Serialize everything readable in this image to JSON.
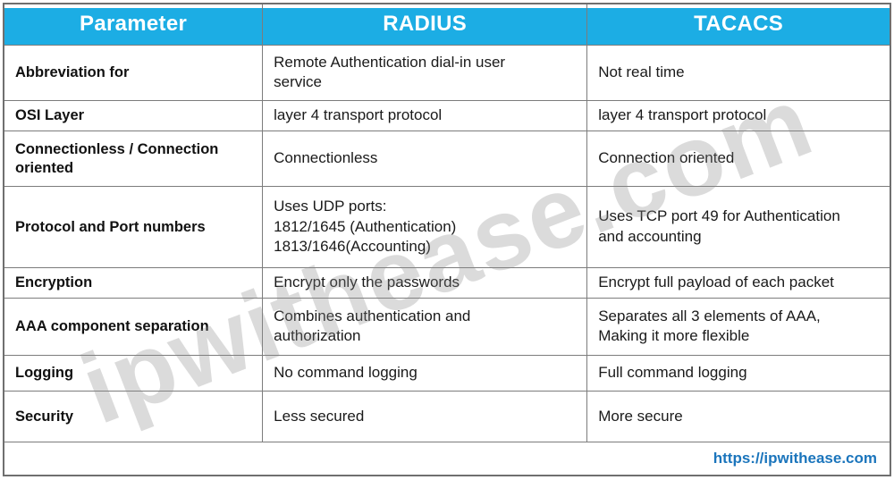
{
  "colors": {
    "header_bg": "#1CADE4",
    "header_text": "#ffffff",
    "grid_border": "#7c7c7c",
    "body_text": "#1a1a1a",
    "footer_link": "#1B75BC",
    "watermark": "#d4d4d4"
  },
  "watermark_text": "ipwithease.com",
  "footer": {
    "link_text": "https://ipwithease.com"
  },
  "table": {
    "columns": [
      "Parameter",
      "RADIUS",
      "TACACS"
    ],
    "rows": [
      {
        "parameter": "Abbreviation for",
        "radius": [
          "Remote Authentication dial-in user",
          "service"
        ],
        "tacacs": "Not real time"
      },
      {
        "parameter": "OSI Layer",
        "radius": "layer 4 transport protocol",
        "tacacs": "layer 4 transport protocol"
      },
      {
        "parameter": [
          "Connectionless / Connection",
          "oriented"
        ],
        "radius": "Connectionless",
        "tacacs": "Connection oriented"
      },
      {
        "parameter": "Protocol and Port numbers",
        "radius": [
          "Uses UDP ports:",
          "1812/1645 (Authentication)",
          "1813/1646(Accounting)"
        ],
        "tacacs": [
          "Uses TCP port 49 for Authentication",
          "and accounting"
        ]
      },
      {
        "parameter": "Encryption",
        "radius": "Encrypt only the passwords",
        "tacacs": "Encrypt full payload of each packet"
      },
      {
        "parameter": "AAA component separation",
        "radius": [
          "Combines authentication and",
          "authorization"
        ],
        "tacacs": [
          "Separates all 3 elements of AAA,",
          "Making it more flexible"
        ]
      },
      {
        "parameter": "Logging",
        "radius": "No command logging",
        "tacacs": "Full command logging"
      },
      {
        "parameter": "Security",
        "radius": "Less secured",
        "tacacs": "More secure"
      }
    ]
  }
}
